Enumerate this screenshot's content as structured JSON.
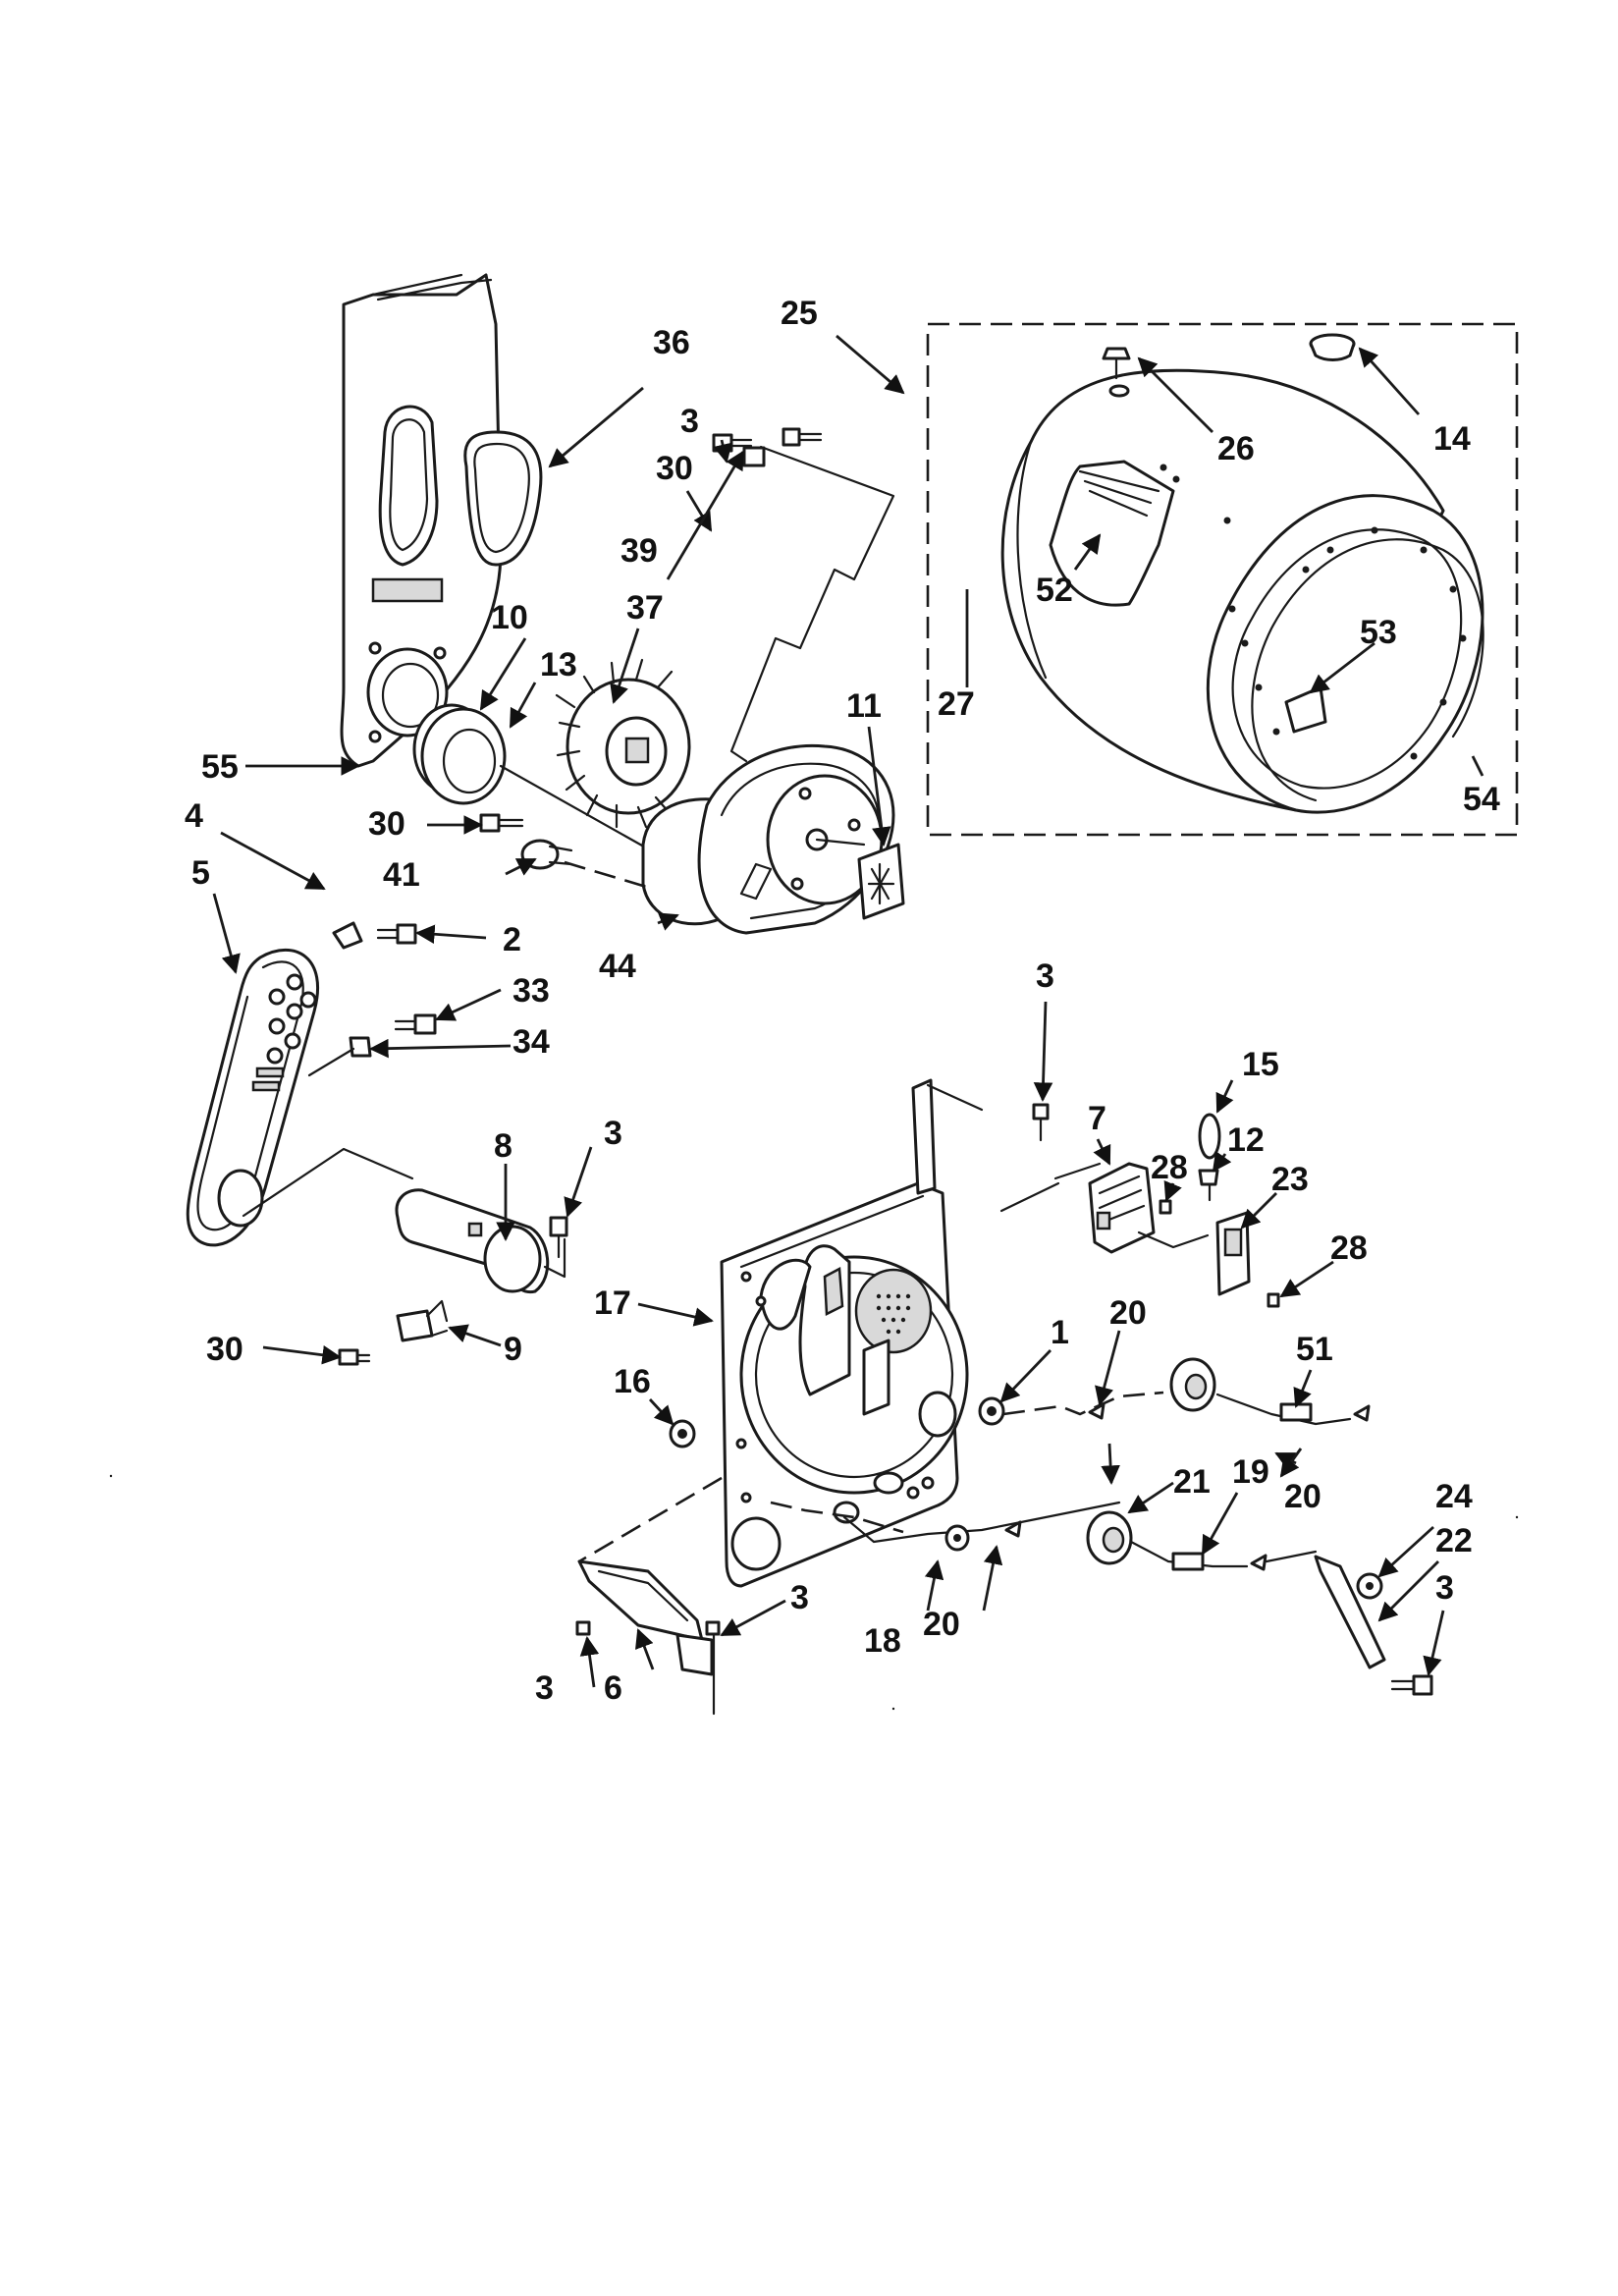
{
  "diagram": {
    "callouts": {
      "c25": "25",
      "c36": "36",
      "c3a": "3",
      "c30a": "30",
      "c26": "26",
      "c14": "14",
      "c39": "39",
      "c37": "37",
      "c10": "10",
      "c13": "13",
      "c52": "52",
      "c53": "53",
      "c11": "11",
      "c27": "27",
      "c54": "54",
      "c55": "55",
      "c4": "4",
      "c30b": "30",
      "c41": "41",
      "c5": "5",
      "c2": "2",
      "c44": "44",
      "c33": "33",
      "c34": "34",
      "c3b": "3",
      "c15": "15",
      "c7": "7",
      "c28a": "28",
      "c12": "12",
      "c23": "23",
      "c8": "8",
      "c3c": "3",
      "c28b": "28",
      "c17": "17",
      "c30c": "30",
      "c9": "9",
      "c20a": "20",
      "c1": "1",
      "c51": "51",
      "c16": "16",
      "c21": "21",
      "c19": "19",
      "c20b": "20",
      "c24": "24",
      "c22": "22",
      "c3d": "3",
      "c3e": "3",
      "c18": "18",
      "c20c": "20",
      "c3f": "3",
      "c6": "6"
    }
  }
}
